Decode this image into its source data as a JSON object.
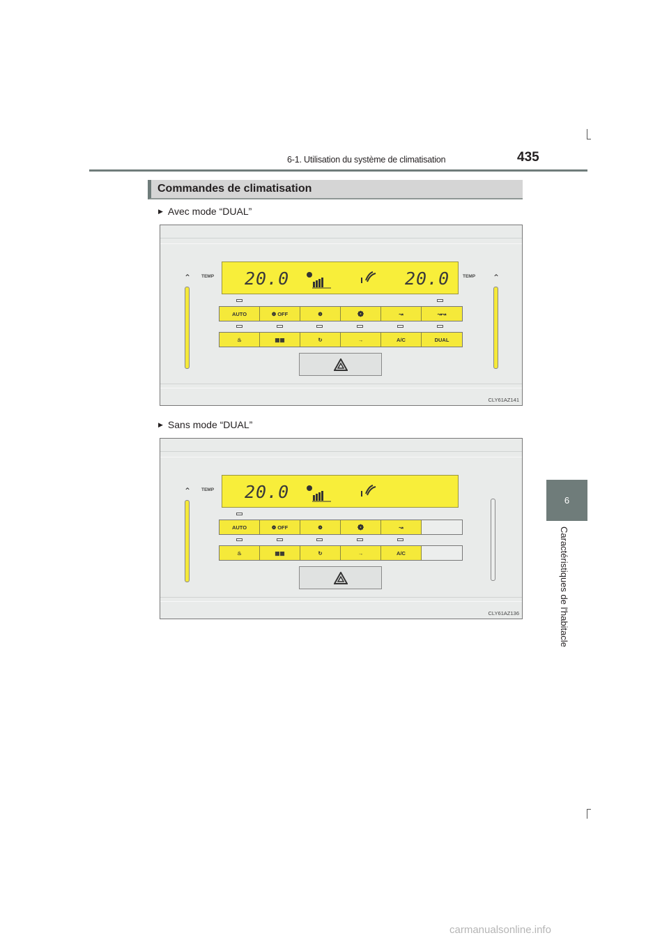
{
  "header": {
    "section": "6-1. Utilisation du système de climatisation",
    "page_number": "435"
  },
  "side_tab": {
    "number": "6",
    "label": "Caractéristiques de l'habitacle"
  },
  "section_title": "Commandes de climatisation",
  "panel1": {
    "caption": "Avec mode “DUAL”",
    "temp_left": "20.0",
    "temp_right": "20.0",
    "temp_label": "TEMP",
    "row1": [
      "AUTO",
      "OFF",
      "",
      "",
      "",
      ""
    ],
    "row2": [
      "",
      "",
      "",
      "",
      "A/C",
      "DUAL"
    ],
    "code": "CLY61AZ141"
  },
  "panel2": {
    "caption": "Sans mode “DUAL”",
    "temp_left": "20.0",
    "temp_label": "TEMP",
    "row1": [
      "AUTO",
      "OFF",
      "",
      "",
      ""
    ],
    "row2": [
      "",
      "",
      "",
      "",
      "A/C"
    ],
    "code": "CLY61AZ136"
  },
  "watermark": "carmanualsonline.info"
}
